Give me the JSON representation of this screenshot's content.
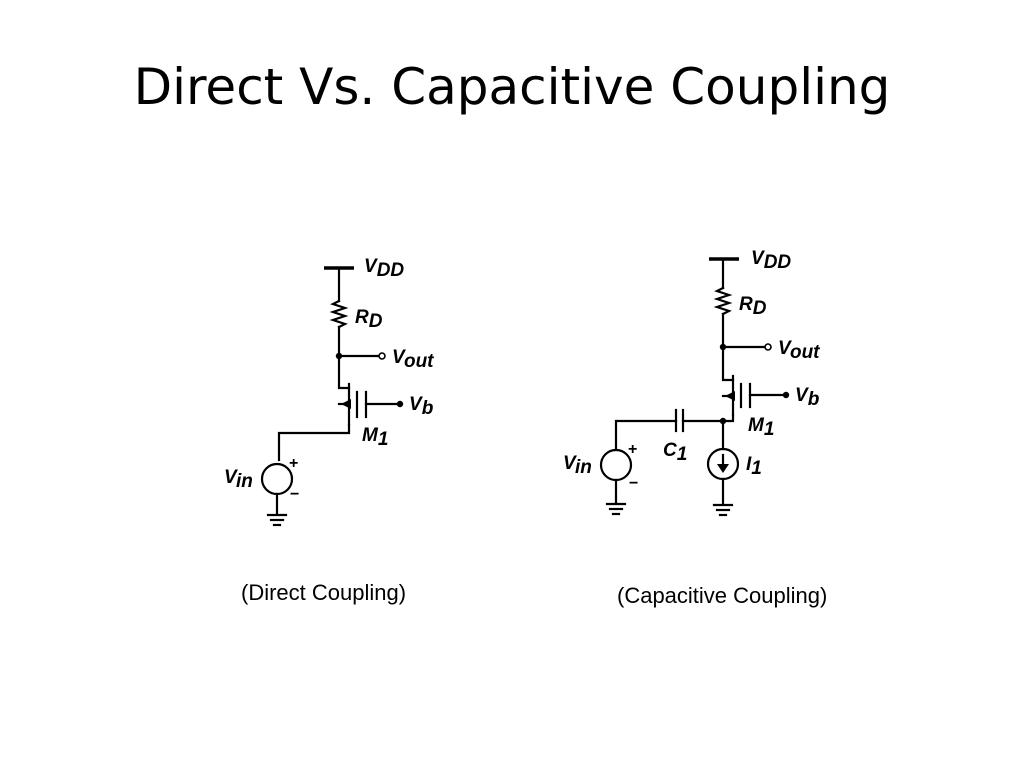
{
  "slide": {
    "title": "Direct Vs. Capacitive Coupling"
  },
  "direct": {
    "caption": "(Direct Coupling)",
    "labels": {
      "vdd_main": "V",
      "vdd_sub": "DD",
      "rd_main": "R",
      "rd_sub": "D",
      "vout_main": "V",
      "vout_sub": "out",
      "vb_main": "V",
      "vb_sub": "b",
      "m1_main": "M",
      "m1_sub": "1",
      "vin_main": "V",
      "vin_sub": "in",
      "plus": "+",
      "minus": "−"
    }
  },
  "capacitive": {
    "caption": "(Capacitive Coupling)",
    "labels": {
      "vdd_main": "V",
      "vdd_sub": "DD",
      "rd_main": "R",
      "rd_sub": "D",
      "vout_main": "V",
      "vout_sub": "out",
      "vb_main": "V",
      "vb_sub": "b",
      "m1_main": "M",
      "m1_sub": "1",
      "c1_main": "C",
      "c1_sub": "1",
      "i1_main": "I",
      "i1_sub": "1",
      "vin_main": "V",
      "vin_sub": "in",
      "plus": "+",
      "minus": "−"
    }
  }
}
